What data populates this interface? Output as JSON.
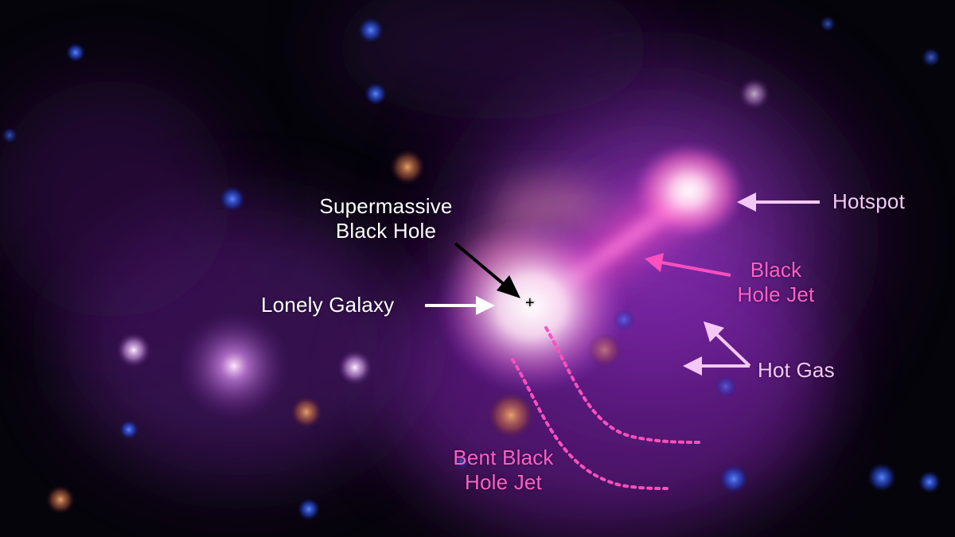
{
  "labels": {
    "supermassive_line1": "Supermassive",
    "supermassive_line2": "Black Hole",
    "lonely_galaxy": "Lonely Galaxy",
    "hotspot": "Hotspot",
    "black_hole_jet_line1": "Black",
    "black_hole_jet_line2": "Hole Jet",
    "hot_gas": "Hot Gas",
    "bent_jet_line1": "Bent Black",
    "bent_jet_line2": "Hole Jet",
    "center_marker": "+"
  },
  "colors": {
    "white_label": "#ffffff",
    "pink_label": "#ff5fc7",
    "lavender_label": "#f4c8f6",
    "black_arrow": "#000000",
    "pink_arrow": "#ff4fc0",
    "dotted_jet": "#ff4fbf",
    "background": "#05030a",
    "galaxy_core": "#fff6ff",
    "hot_gas_glow": "#b43de0",
    "star_blue": "#2f5bff"
  }
}
